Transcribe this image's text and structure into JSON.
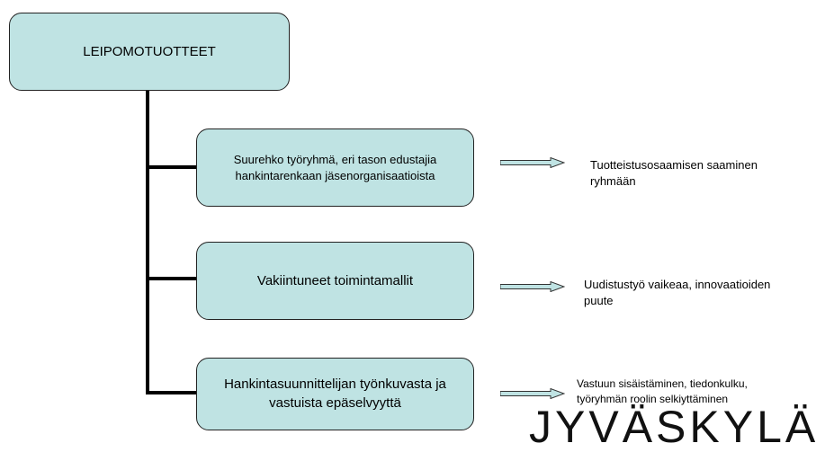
{
  "root": {
    "label": "LEIPOMOTUOTTEET"
  },
  "branches": [
    {
      "label": "Suurehko työryhmä, eri tason edustajia\nhankintarenkaan jäsenorganisaatioista",
      "note": "Tuotteistusosaamisen saaminen\nryhmään"
    },
    {
      "label": "Vakiintuneet toimintamallit",
      "note": "Uudistustyö vaikeaa, innovaatioiden\npuute"
    },
    {
      "label": "Hankintasuunnittelijan työnkuvasta ja\nvastuista epäselvyyttä",
      "note": "Vastuun sisäistäminen, tiedonkulku,\ntyöryhmän roolin selkiyttäminen"
    }
  ],
  "watermark": "JYVÄSKYLÄ",
  "colors": {
    "box_fill": "#bfe3e3",
    "connector": "#000000",
    "arrow_fill": "#bfe3e3"
  }
}
